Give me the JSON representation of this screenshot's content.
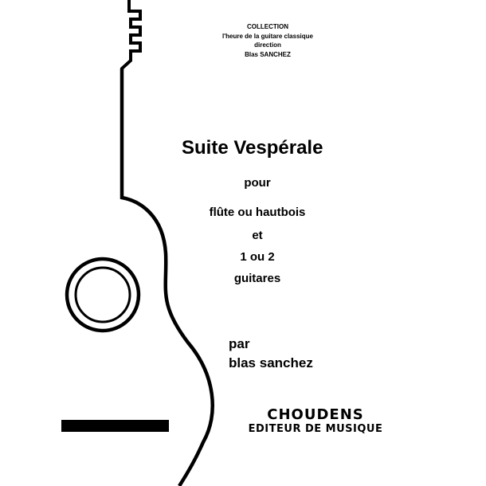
{
  "collection": {
    "line1": "COLLECTION",
    "line2": "l'heure de la guitare classique",
    "line3": "direction",
    "line4": "Blas SANCHEZ"
  },
  "work": {
    "title": "Suite Vespérale",
    "pour": "pour",
    "instrument_line1": "flûte ou hautbois",
    "and": "et",
    "instrument_line2": "1 ou 2",
    "instrument_line3": "guitares"
  },
  "author": {
    "by": "par",
    "name": "blas sanchez"
  },
  "publisher": {
    "name": "CHOUDENS",
    "subtitle": "EDITEUR DE MUSIQUE"
  },
  "colors": {
    "ink": "#000000",
    "paper": "#ffffff"
  }
}
